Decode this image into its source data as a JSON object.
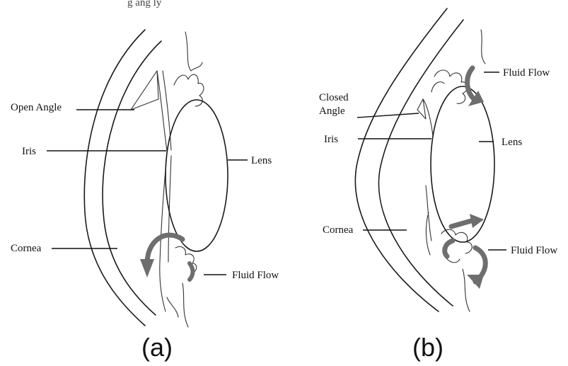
{
  "header_fragment": "g ang   ly",
  "panel_a": {
    "caption": "(a)",
    "labels": {
      "open_angle": "Open Angle",
      "iris": "Iris",
      "lens": "Lens",
      "cornea": "Cornea",
      "fluid_flow": "Fluid Flow"
    }
  },
  "panel_b": {
    "caption": "(b)",
    "labels": {
      "closed_angle_line1": "Closed",
      "closed_angle_line2": "Angle",
      "iris": "Iris",
      "lens": "Lens",
      "cornea": "Cornea",
      "fluid_flow_top": "Fluid Flow",
      "fluid_flow_bottom": "Fluid Flow"
    }
  },
  "colors": {
    "line": "#1a1a1a",
    "arrow": "#6e6e6e",
    "background": "#ffffff"
  }
}
